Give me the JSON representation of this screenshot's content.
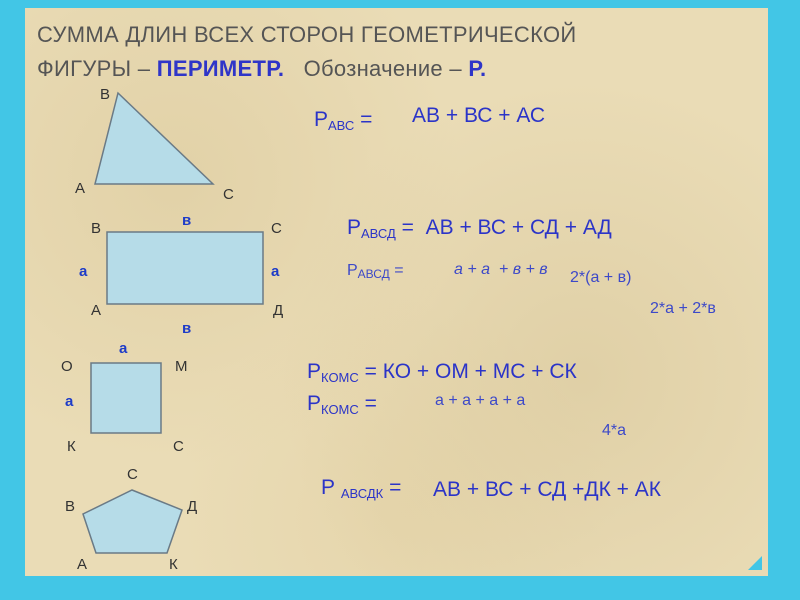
{
  "title": {
    "line1": "СУММА ДЛИН ВСЕХ СТОРОН ГЕОМЕТРИЧЕСКОЙ",
    "line2_start": "ФИГУРЫ – ",
    "line2_term": "ПЕРИМЕТР.",
    "line2_mid": "   Обозначение – ",
    "line2_symbol": "Р."
  },
  "colors": {
    "shape_fill": "#b6dce8",
    "shape_stroke": "#6a7a86",
    "frame": "#42c6e6"
  },
  "triangle": {
    "vertices": [
      "В",
      "А",
      "С"
    ]
  },
  "rectangle": {
    "vertices": [
      "В",
      "С",
      "А",
      "Д"
    ],
    "sides": [
      "в",
      "а",
      "а",
      "в"
    ]
  },
  "square": {
    "vertices": [
      "О",
      "М",
      "К",
      "С"
    ],
    "sides": [
      "а",
      "а"
    ]
  },
  "pentagon": {
    "vertices": [
      "С",
      "В",
      "Д",
      "А",
      "К"
    ]
  },
  "formulas": {
    "abc": {
      "p": "Р",
      "sub": "АВС",
      "rest": " = ",
      "expr": "АВ + ВС + АС"
    },
    "abcd": {
      "p": "Р",
      "sub": "АВСД",
      "rest": " =  АВ + ВС + СД + АД"
    },
    "abcd2": {
      "p": "Р",
      "sub": "АВСД",
      "rest": " =",
      "expr": "а + а  + в + в",
      "factor": "2*(а + в)",
      "expanded": "2*а + 2*в"
    },
    "koms": {
      "p": "Р",
      "sub": "КОМС",
      "rest": " = КО + ОМ + МС + СК"
    },
    "koms2": {
      "p": "Р",
      "sub": "КОМС",
      "rest": " =",
      "expr": "а + а + а + а",
      "result": "4*а"
    },
    "abcdk": {
      "p": "Р ",
      "sub": "АВСДК",
      "rest": " =",
      "expr": "АВ + ВС + СД +ДК + АК"
    }
  }
}
